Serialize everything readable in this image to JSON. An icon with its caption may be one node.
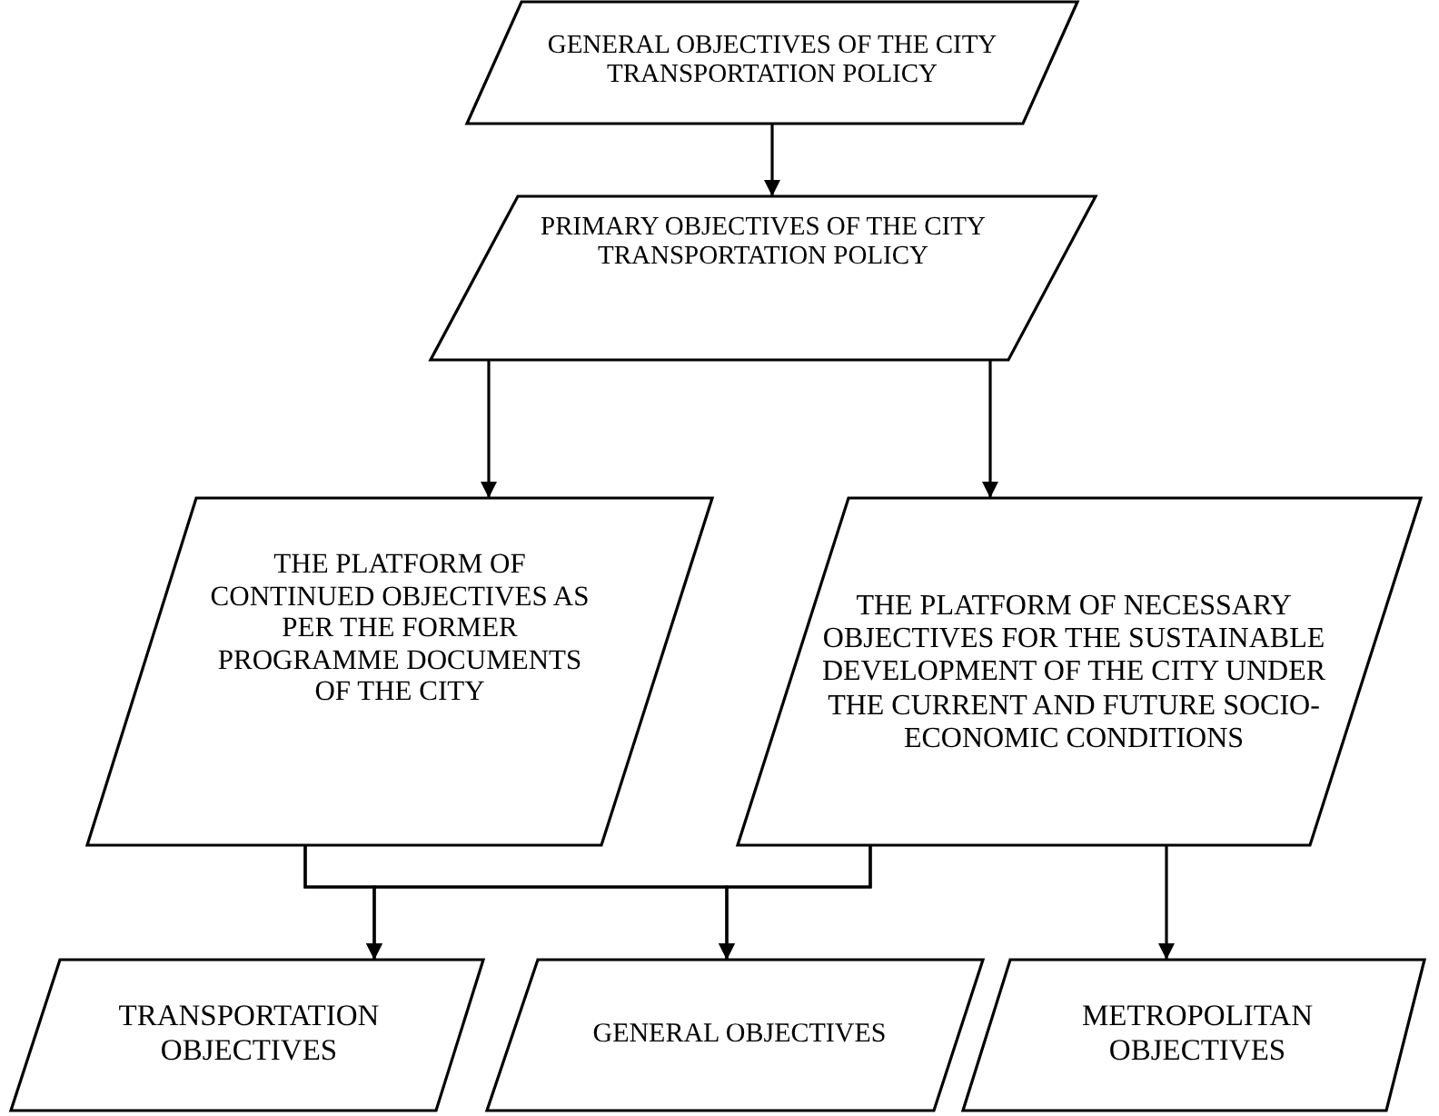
{
  "diagram": {
    "nodes": [
      {
        "text": [
          "GENERAL OBJECTIVES OF THE CITY TRANSPORTATION POLICY"
        ]
      },
      {
        "text": [
          "PRIMARY OBJECTIVES OF THE CITY TRANSPORTATION POLICY"
        ]
      },
      {
        "text": [
          "THE PLATFORM OF CONTINUED OBJECTIVES AS PER THE FORMER PROGRAMME DOCUMENTS OF THE CITY"
        ]
      },
      {
        "text": [
          "THE PLATFORM OF NECESSARY OBJECTIVES FOR THE SUSTAINABLE DEVELOPMENT OF THE CITY UNDER THE CURRENT AND FUTURE SOCIO-ECONOMIC CONDITIONS"
        ]
      },
      {
        "text": [
          "TRANSPORTATION OBJECTIVES"
        ]
      },
      {
        "text": [
          "GENERAL OBJECTIVES"
        ]
      },
      {
        "text": [
          "METROPOLITAN OBJECTIVES"
        ]
      }
    ],
    "edges": [
      {
        "from": 0,
        "to": 1,
        "arrow": "to"
      },
      {
        "from": 1,
        "to": 2,
        "arrow": "to"
      },
      {
        "from": 1,
        "to": 3,
        "arrow": "to"
      },
      {
        "from": 2,
        "to": 4,
        "arrow": "to"
      },
      {
        "from": 2,
        "to": 5,
        "arrow": "to"
      },
      {
        "from": 3,
        "to": 4,
        "arrow": "to"
      },
      {
        "from": 3,
        "to": 5,
        "arrow": "to"
      },
      {
        "from": 3,
        "to": 6,
        "arrow": "to"
      }
    ]
  }
}
